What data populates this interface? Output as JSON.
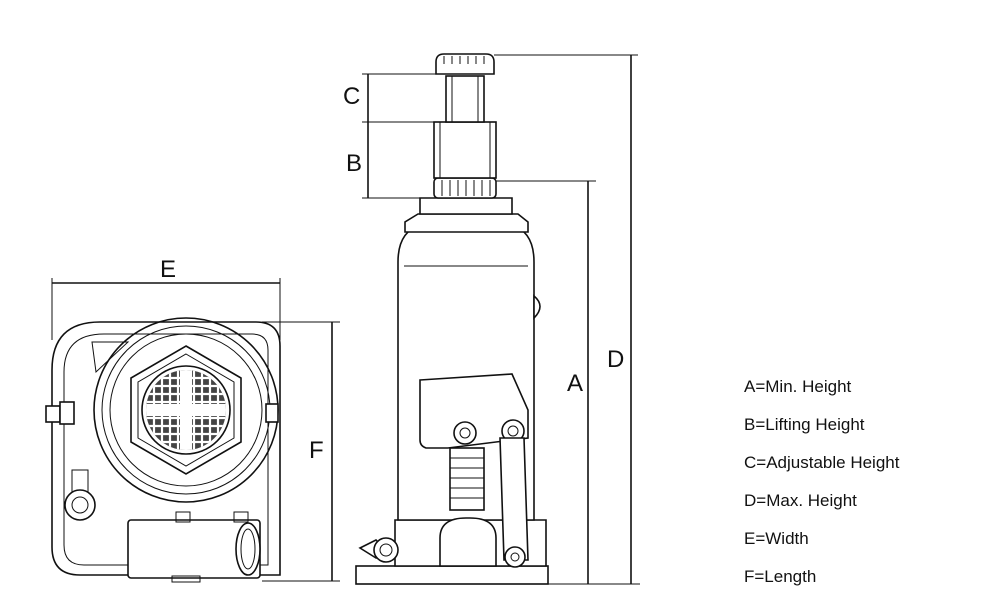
{
  "dimension_labels": {
    "a": "A",
    "b": "B",
    "c": "C",
    "d": "D",
    "e": "E",
    "f": "F"
  },
  "legend": [
    "A=Min. Height",
    "B=Lifting Height",
    "C=Adjustable Height",
    "D=Max. Height",
    "E=Width",
    "F=Length"
  ]
}
